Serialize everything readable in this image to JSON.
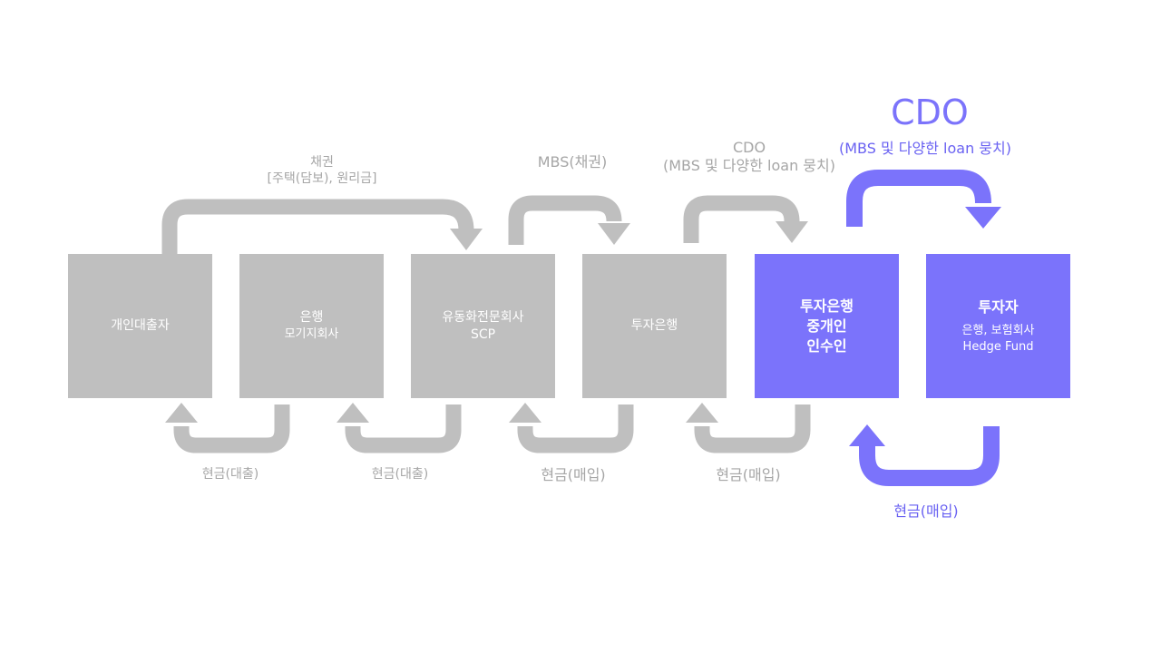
{
  "colors": {
    "gray_box": "#bfbfbf",
    "purple_box": "#7b73fb",
    "gray_arrow": "#bfbfbf",
    "purple_arrow": "#7b73fb",
    "gray_text": "#a6a6a6",
    "purple_text": "#6a62f2"
  },
  "boxes": [
    {
      "line1": "개인대출자",
      "line2": ""
    },
    {
      "line1": "은행",
      "line2": "모기지회사"
    },
    {
      "line1": "유동화전문회사",
      "line2": "SCP"
    },
    {
      "line1": "투자은행",
      "line2": ""
    },
    {
      "line1": "투자은행",
      "line2": "중개인",
      "line3": "인수인"
    },
    {
      "line1": "투자자",
      "line2": "은행, 보험회사",
      "line3": "Hedge Fund"
    }
  ],
  "top_labels": {
    "bond_line1": "채권",
    "bond_line2": "[주택(담보), 원리금]",
    "mbs": "MBS(채권)",
    "cdo_line1": "CDO",
    "cdo_line2": "(MBS 및 다양한 loan 뭉치)",
    "cdo_big_title": "CDO",
    "cdo_big_sub": "(MBS 및 다양한 loan 뭉치)"
  },
  "bottom_labels": [
    "현금(대출)",
    "현금(대출)",
    "현금(매입)",
    "현금(매입)",
    "현금(매입)"
  ]
}
